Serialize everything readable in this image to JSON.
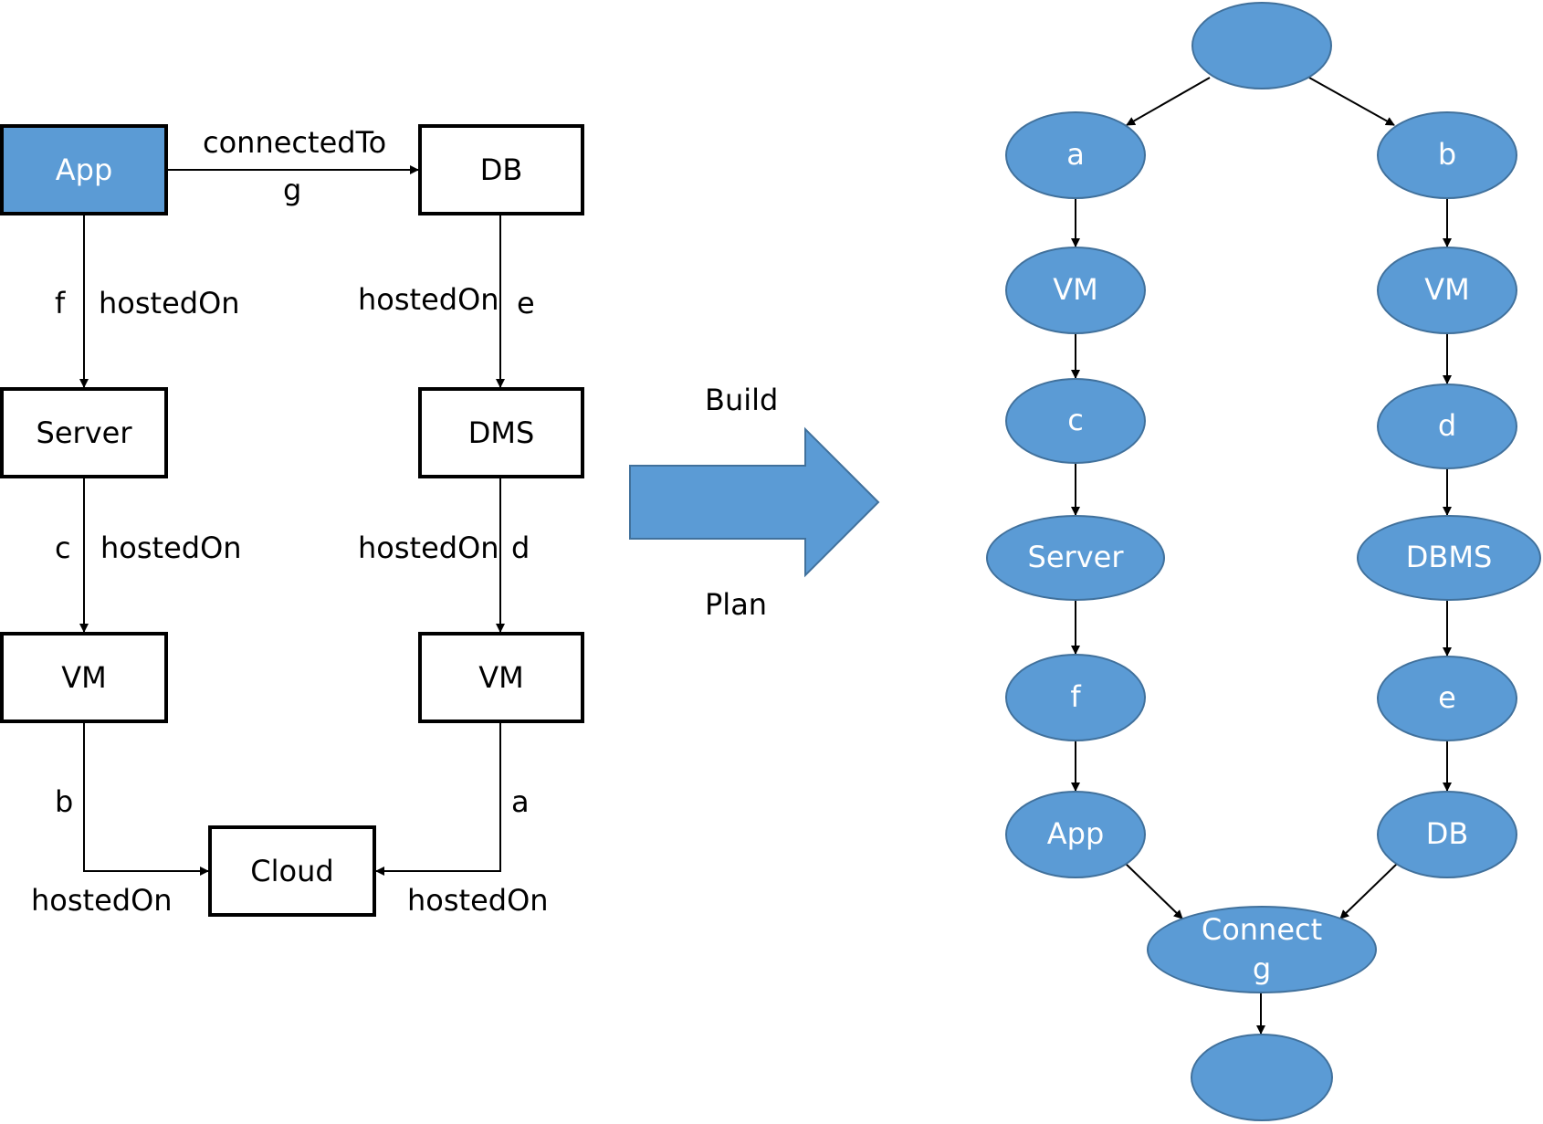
{
  "left_graph": {
    "nodes": {
      "app": "App",
      "db": "DB",
      "server": "Server",
      "dms": "DMS",
      "vm_left": "VM",
      "vm_right": "VM",
      "cloud": "Cloud"
    },
    "edges": {
      "app_db": {
        "relation": "connectedTo",
        "id": "g"
      },
      "app_server": {
        "relation": "hostedOn",
        "id": "f"
      },
      "db_dms": {
        "relation": "hostedOn",
        "id": "e"
      },
      "server_vm": {
        "relation": "hostedOn",
        "id": "c"
      },
      "dms_vm": {
        "relation": "hostedOn",
        "id": "d"
      },
      "vm_cloud_left": {
        "relation": "hostedOn",
        "id": "b"
      },
      "vm_cloud_right": {
        "relation": "hostedOn",
        "id": "a"
      }
    }
  },
  "transition": {
    "top_label": "Build",
    "bottom_label": "Plan"
  },
  "right_plan": {
    "start": "",
    "left_chain": [
      "a",
      "VM",
      "c",
      "Server",
      "f",
      "App"
    ],
    "right_chain": [
      "b",
      "VM",
      "d",
      "DBMS",
      "e",
      "DB"
    ],
    "connect": {
      "line1": "Connect",
      "line2": "g"
    },
    "end": ""
  },
  "colors": {
    "node_fill": "#5b9bd5",
    "node_stroke": "#41719c",
    "box_stroke": "#000000"
  }
}
